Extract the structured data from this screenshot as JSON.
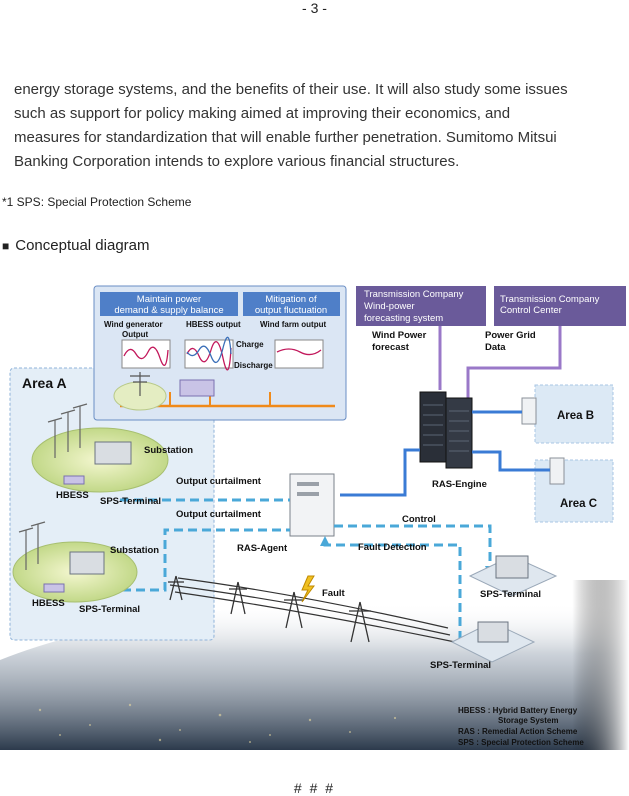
{
  "page_number": "- 3 -",
  "paragraph_lines": [
    "energy storage systems, and the benefits of their use. It will also study some issues",
    "such as support for policy making aimed at improving their economics, and",
    "measures for standardization that will enable further penetration. Sumitomo Mitsui",
    "Banking Corporation intends to explore various financial structures."
  ],
  "footnote": "*1 SPS: Special Protection Scheme",
  "section_heading": "Conceptual diagram",
  "diagram": {
    "box_headers": {
      "balance_line1": "Maintain power",
      "balance_line2": "demand & supply balance",
      "mitigation_line1": "Mitigation of",
      "mitigation_line2": "output fluctuation",
      "tc_wind_line1": "Transmission Company",
      "tc_wind_line2": "Wind-power",
      "tc_wind_line3": "forecasting system",
      "tc_control_line1": "Transmission Company",
      "tc_control_line2": "Control Center"
    },
    "inset_labels": {
      "wind_gen_line1": "Wind generator",
      "wind_gen_line2": "Output",
      "hbess_output": "HBESS output",
      "wind_farm_output": "Wind farm output",
      "charge": "Charge",
      "discharge": "Discharge"
    },
    "labels": {
      "wind_power_forecast_line1": "Wind Power",
      "wind_power_forecast_line2": "forecast",
      "power_grid_data_line1": "Power Grid",
      "power_grid_data_line2": "Data",
      "area_a": "Area A",
      "area_b": "Area B",
      "area_c": "Area C",
      "substation_1": "Substation",
      "substation_2": "Substation",
      "hbess_1": "HBESS",
      "hbess_2": "HBESS",
      "sps_terminal_1": "SPS-Terminal",
      "sps_terminal_2": "SPS-Terminal",
      "sps_terminal_3": "SPS-Terminal",
      "sps_terminal_4": "SPS-Terminal",
      "output_curtailment_1": "Output curtailment",
      "output_curtailment_2": "Output curtailment",
      "ras_engine": "RAS-Engine",
      "ras_agent": "RAS-Agent",
      "control": "Control",
      "fault_detection": "Fault Detection",
      "fault": "Fault"
    },
    "legend": {
      "hbess_line1": "HBESS :  Hybrid Battery Energy",
      "hbess_line2": "Storage System",
      "ras": "RAS    :  Remedial Action Scheme",
      "sps": "SPS    :  Special Protection Scheme"
    },
    "colors": {
      "purple_box": "#6a5a9a",
      "blue_header": "#4f7fc8",
      "inset_bg": "#dbe6f4",
      "area_bg": "#e4eef7",
      "dashed_line": "#4aa8d8",
      "solid_line": "#3a7bd5",
      "purple_line": "#9a78c8",
      "orange_line": "#f08a1a"
    }
  },
  "end_mark": "# # #"
}
